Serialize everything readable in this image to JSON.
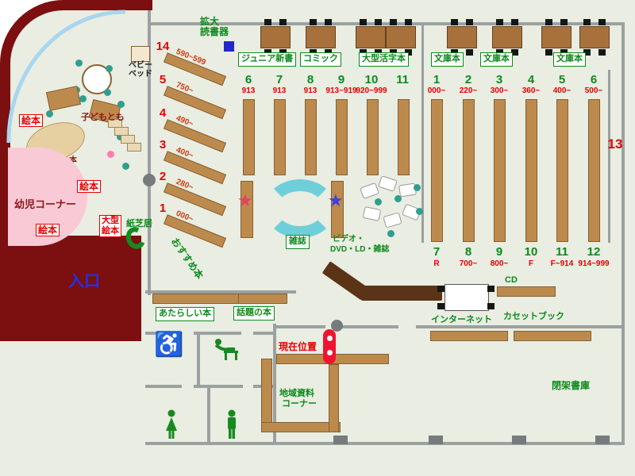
{
  "colors": {
    "background": "#e9ede2",
    "wall_maroon": "#7c0f0f",
    "wall_gray": "#9ba1a0",
    "shelf_brown": "#bd8a4e",
    "counter_brown": "#5b3317",
    "pink_area": "#f9c9d6",
    "glass_arc_blue": "#a9d6ee",
    "av_cyan": "#6ecfdb",
    "label_green": "#0c8a1c",
    "label_red": "#e60000",
    "label_dark_red": "#8b1616",
    "entrance_blue": "#2330ee",
    "chair_teal": "#2f9e8f",
    "marker_red": "#ee1430"
  },
  "icons": {
    "star": "★",
    "wheelchair": "♿"
  },
  "top_area": {
    "magnifier_line1": "拡大",
    "magnifier_line2": "読書器",
    "section_labels": [
      "ジュニア新書",
      "コミック",
      "大型活字本",
      "文庫本",
      "文庫本",
      "文庫本"
    ]
  },
  "stacks_a": [
    {
      "num": "6",
      "range": "913"
    },
    {
      "num": "7",
      "range": "913"
    },
    {
      "num": "8",
      "range": "913"
    },
    {
      "num": "9",
      "range": "913~919"
    },
    {
      "num": "10",
      "range": "920~999"
    },
    {
      "num": "11",
      "range": ""
    }
  ],
  "stacks_b_top": [
    {
      "num": "1",
      "range": "000~"
    },
    {
      "num": "2",
      "range": "220~"
    },
    {
      "num": "3",
      "range": "300~"
    },
    {
      "num": "4",
      "range": "360~"
    },
    {
      "num": "5",
      "range": "400~"
    },
    {
      "num": "6",
      "range": "500~"
    }
  ],
  "stacks_b_bottom": [
    {
      "num": "7",
      "range": "R"
    },
    {
      "num": "8",
      "range": "700~"
    },
    {
      "num": "9",
      "range": "800~"
    },
    {
      "num": "10",
      "range": "F"
    },
    {
      "num": "11",
      "range": "F~914"
    },
    {
      "num": "12",
      "range": "914~999"
    }
  ],
  "area_13_label": "13",
  "left_shelves": [
    {
      "num": "14",
      "range": "590~599"
    },
    {
      "num": "5",
      "range": "750~"
    },
    {
      "num": "4",
      "range": "490~"
    },
    {
      "num": "3",
      "range": "400~"
    },
    {
      "num": "2",
      "range": "280~"
    },
    {
      "num": "1",
      "range": "000~"
    }
  ],
  "recommended_label": "おすすめ本",
  "children_corner": {
    "baby_bed_line1": "ベビー",
    "baby_bed_line2": "ベッド",
    "kodomo_label": "子どもとも",
    "baby_books_label": "赤ちゃんの本",
    "toddler_corner_label": "幼児コーナー",
    "picture_books": [
      "絵本",
      "絵本",
      "絵本"
    ],
    "large_picture_book_line1": "大型",
    "large_picture_book_line2": "絵本",
    "kamishibai_label": "紙芝居"
  },
  "entrance_label": "入口",
  "center": {
    "magazine_label": "雑誌",
    "av_line1": "ビデオ・",
    "av_line2": "DVD・LD・雑誌"
  },
  "bottom": {
    "new_books_label": "あたらしい本",
    "topic_books_label": "話題の本",
    "current_location_label": "現在位置",
    "local_materials_line1": "地域資料",
    "local_materials_line2": "コーナー",
    "internet_label": "インターネット",
    "cd_label": "CD",
    "cassette_label": "カセットブック",
    "closed_stacks_label": "閉架書庫"
  }
}
